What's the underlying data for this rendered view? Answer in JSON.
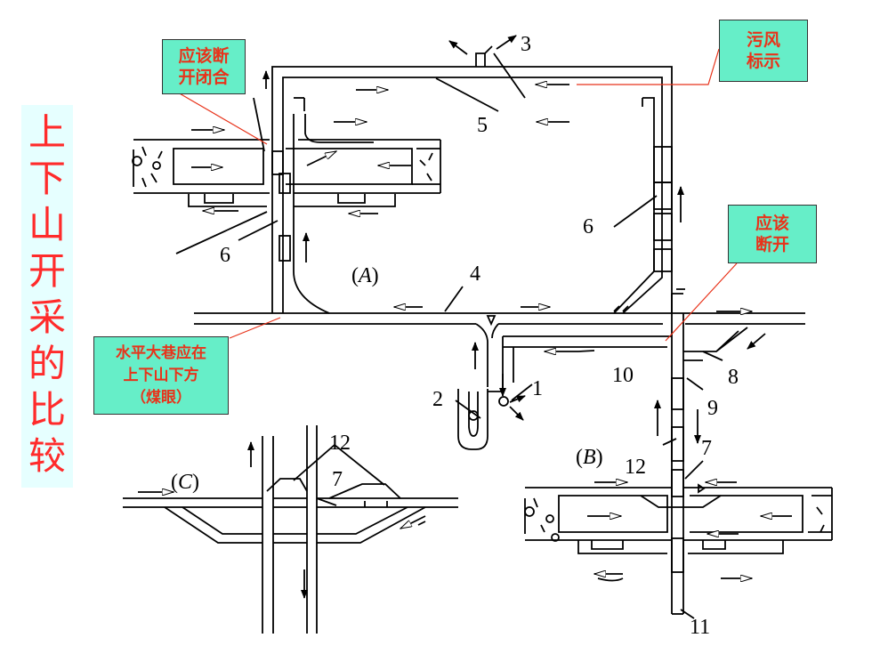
{
  "title_chars": [
    "上",
    "下",
    "山",
    "开",
    "采",
    "的",
    "比",
    "较"
  ],
  "notes": {
    "break_close": "应该断\n开闭合",
    "foul_air": "污风\n标示",
    "should_break": "应该\n断开",
    "roadway": "水平大巷应在\n上下山下方\n（煤眼）"
  },
  "labels": {
    "n1": "1",
    "n2": "2",
    "n3": "3",
    "n4": "4",
    "n5": "5",
    "n6a": "6",
    "n6b": "6",
    "n7a": "7",
    "n7b": "7",
    "n8": "8",
    "n9": "9",
    "n10": "10",
    "n11": "11",
    "n12a": "12",
    "n12b": "12"
  },
  "panels": {
    "a_open": "(",
    "a_letter": "A",
    "a_close": ")",
    "b_open": "(",
    "b_letter": "B",
    "b_close": ")",
    "c_open": "(",
    "c_letter": "C",
    "c_close": ")"
  },
  "colors": {
    "title_bg": "#e6ffff",
    "title_fg": "#ff2b2b",
    "note_bg": "#66eec8",
    "note_fg": "#e8331a",
    "leader": "#e8331a",
    "line": "#000000"
  }
}
